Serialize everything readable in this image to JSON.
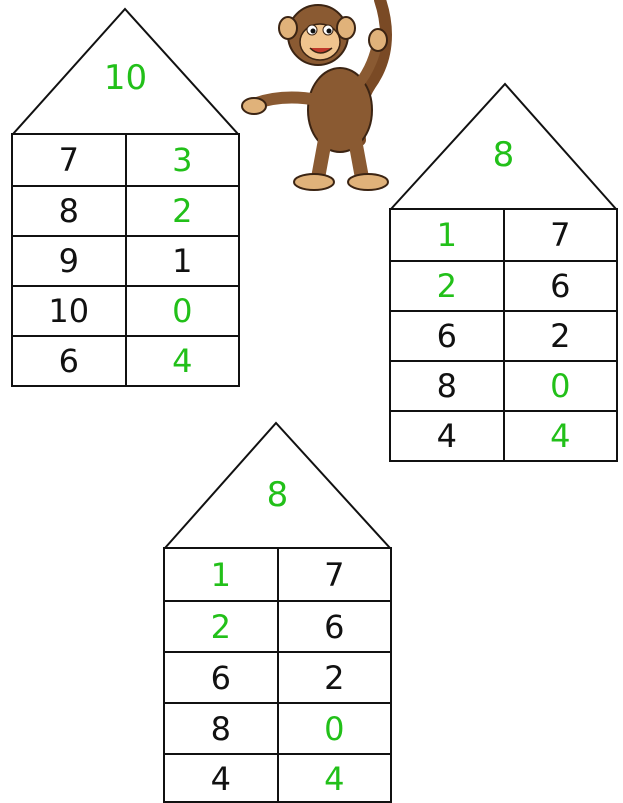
{
  "colors": {
    "given": "#111111",
    "answer": "#22c019",
    "outline": "#111111"
  },
  "houses": [
    {
      "roof": {
        "value": "10",
        "color": "answer"
      },
      "rows": [
        {
          "left": "7",
          "left_color": "given",
          "right": "3",
          "right_color": "answer"
        },
        {
          "left": "8",
          "left_color": "given",
          "right": "2",
          "right_color": "answer"
        },
        {
          "left": "9",
          "left_color": "given",
          "right": "1",
          "right_color": "given"
        },
        {
          "left": "10",
          "left_color": "given",
          "right": "0",
          "right_color": "answer"
        },
        {
          "left": "6",
          "left_color": "given",
          "right": "4",
          "right_color": "answer"
        }
      ]
    },
    {
      "roof": {
        "value": "8",
        "color": "answer"
      },
      "rows": [
        {
          "left": "1",
          "left_color": "answer",
          "right": "7",
          "right_color": "given"
        },
        {
          "left": "2",
          "left_color": "answer",
          "right": "6",
          "right_color": "given"
        },
        {
          "left": "6",
          "left_color": "given",
          "right": "2",
          "right_color": "given"
        },
        {
          "left": "8",
          "left_color": "given",
          "right": "0",
          "right_color": "answer"
        },
        {
          "left": "4",
          "left_color": "given",
          "right": "4",
          "right_color": "answer"
        }
      ]
    },
    {
      "roof": {
        "value": "8",
        "color": "answer"
      },
      "rows": [
        {
          "left": "1",
          "left_color": "answer",
          "right": "7",
          "right_color": "given"
        },
        {
          "left": "2",
          "left_color": "answer",
          "right": "6",
          "right_color": "given"
        },
        {
          "left": "6",
          "left_color": "given",
          "right": "2",
          "right_color": "given"
        },
        {
          "left": "8",
          "left_color": "given",
          "right": "0",
          "right_color": "answer"
        },
        {
          "left": "4",
          "left_color": "given",
          "right": "4",
          "right_color": "answer"
        }
      ]
    }
  ],
  "illustration": {
    "icon": "monkey-icon"
  }
}
